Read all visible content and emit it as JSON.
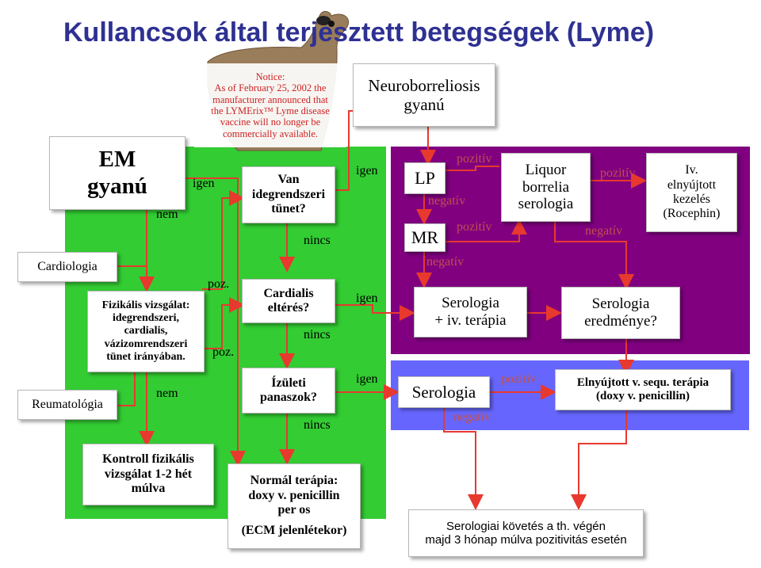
{
  "colors": {
    "title": "#2e3192",
    "green": "#33cc33",
    "purple": "#800080",
    "blue": "#6666ff",
    "arrow": "#e8392e"
  },
  "title": "Kullancsok által terjesztett betegségek (Lyme)",
  "notice": {
    "heading": "Notice:",
    "lines": [
      "As of February 25, 2002 the",
      "manufacturer announced that",
      "the LYMErix™ Lyme disease",
      "vaccine will no longer be",
      "commercially available."
    ]
  },
  "deer_icon": "deer-icon",
  "boxes": {
    "em": [
      "EM",
      "gyanú"
    ],
    "cardiologia": "Cardiologia",
    "reumatologia": "Reumatológia",
    "fizikalis": [
      "Fizikális vizsgálat:",
      "idegrendszeri,",
      "cardialis,",
      "vázizomrendszeri",
      "tünet irányában."
    ],
    "kontroll": [
      "Kontroll fizikális",
      "vizsgálat 1-2 hét",
      "múlva"
    ],
    "van": [
      "Van",
      "idegrendszeri",
      "tünet?"
    ],
    "cardialis": [
      "Cardialis",
      "eltérés?"
    ],
    "izuleti": [
      "Ízületi",
      "panaszok?"
    ],
    "normal": [
      "Normál terápia:",
      "doxy v. penicillin",
      "per os",
      "(ECM jelenlétekor)"
    ],
    "neuro": [
      "Neuroborreliosis",
      "gyanú"
    ],
    "lp": "LP",
    "mr": "MR",
    "liquor": [
      "Liquor",
      "borrelia",
      "serologia"
    ],
    "iv": [
      "Iv.",
      "elnyújtott",
      "kezelés",
      "(Rocephin)"
    ],
    "serologia_iv": [
      "Serologia",
      "+ iv. terápia"
    ],
    "serologia_eredmenye": [
      "Serologia",
      "eredménye?"
    ],
    "serologia": "Serologia",
    "elnyujtott": [
      "Elnyújtott v. sequ. terápia",
      "(doxy v. penicillin)"
    ],
    "kovetes": [
      "Serologiai követés a th. végén",
      "majd 3 hónap múlva pozitivitás esetén"
    ]
  },
  "labels": {
    "igen_em": "igen",
    "nem_em": "nem",
    "poz_1": "poz.",
    "poz_2": "poz.",
    "nem_fiz": "nem",
    "igen_van": "igen",
    "nincs_van": "nincs",
    "igen_card": "igen",
    "nincs_card": "nincs",
    "igen_izul": "igen",
    "nincs_izul": "nincs",
    "pozitiv_lp": "pozitív",
    "negativ_lp": "negatív",
    "pozitiv_mr": "pozitív",
    "negativ_mr": "negatív",
    "pozitiv_liquor": "pozitív",
    "negativ_liquor": "negatív",
    "pozitiv_sero": "pozitív",
    "negativ_sero": "negatív"
  }
}
